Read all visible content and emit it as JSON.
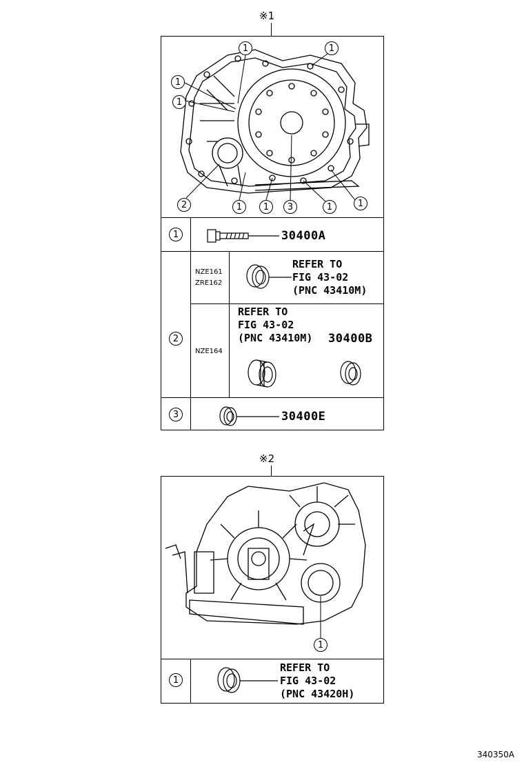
{
  "top_section": {
    "mark": "※1",
    "callouts": [
      "1",
      "1",
      "1",
      "1",
      "2",
      "1",
      "1",
      "3",
      "1",
      "1"
    ],
    "rows": [
      {
        "key": "1",
        "part_no": "30400A"
      },
      {
        "key": "2",
        "sub_a": {
          "models": [
            "NZE161",
            "ZRE162"
          ],
          "refer": [
            "REFER TO",
            "FIG 43-02",
            "(PNC 43410M)"
          ]
        },
        "sub_b": {
          "models": [
            "NZE164"
          ],
          "refer": [
            "REFER TO",
            "FIG 43-02",
            "(PNC 43410M)"
          ],
          "part_no": "30400B"
        }
      },
      {
        "key": "3",
        "part_no": "30400E"
      }
    ]
  },
  "bottom_section": {
    "mark": "※2",
    "callouts": [
      "1"
    ],
    "rows": [
      {
        "key": "1",
        "refer": [
          "REFER TO",
          "FIG 43-02",
          "(PNC 43420H)"
        ]
      }
    ]
  },
  "figure_id": "340350A"
}
